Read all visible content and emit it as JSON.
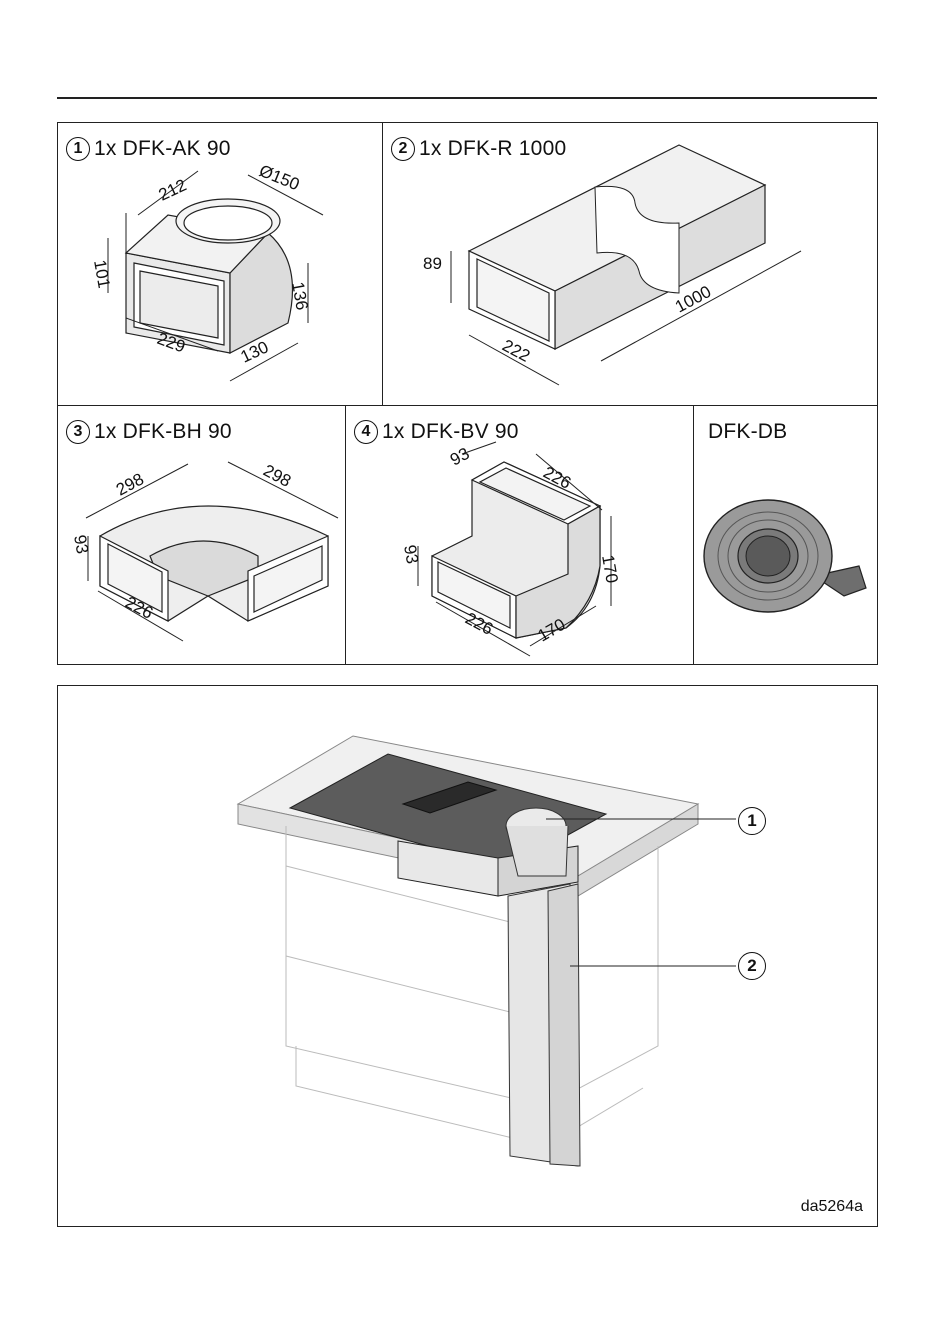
{
  "parts": [
    {
      "number": "1",
      "title": "1x DFK-AK 90",
      "dims": [
        "212",
        "Ø150",
        "101",
        "136",
        "229",
        "130"
      ]
    },
    {
      "number": "2",
      "title": "1x DFK-R 1000",
      "dims": [
        "89",
        "222",
        "1000"
      ]
    },
    {
      "number": "3",
      "title": "1x DFK-BH 90",
      "dims": [
        "298",
        "298",
        "93",
        "226"
      ]
    },
    {
      "number": "4",
      "title": "1x DFK-BV 90",
      "dims": [
        "93",
        "226",
        "93",
        "170",
        "226",
        "170"
      ]
    },
    {
      "number": "",
      "title": "DFK-DB",
      "dims": []
    }
  ],
  "installation": {
    "callouts": [
      "1",
      "2"
    ],
    "reference": "da5264a"
  }
}
